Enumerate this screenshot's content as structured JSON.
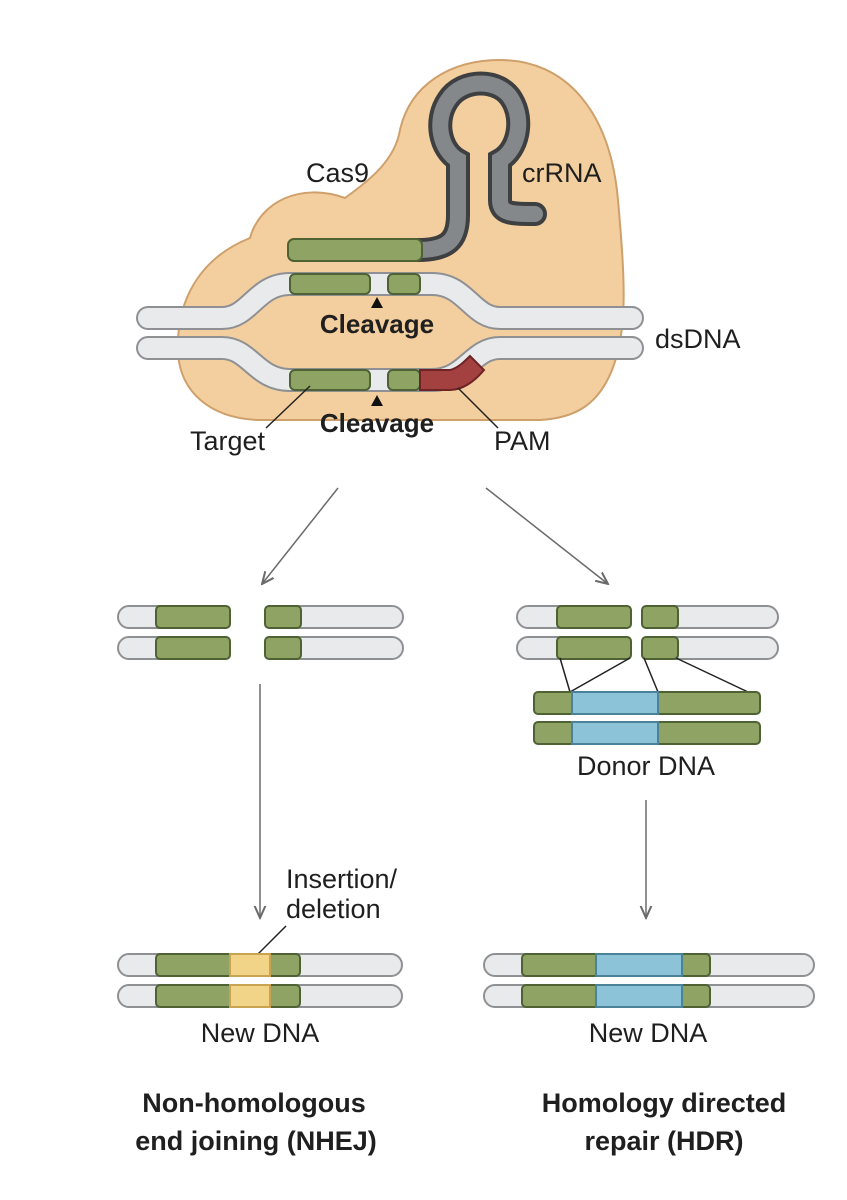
{
  "labels": {
    "cas9": "Cas9",
    "crrna": "crRNA",
    "dsdna": "dsDNA",
    "cleavage_top": "Cleavage",
    "cleavage_bottom": "Cleavage",
    "target": "Target",
    "pam": "PAM",
    "insertion_line1": "Insertion/",
    "insertion_line2": "deletion",
    "donor_dna": "Donor DNA",
    "new_dna_left": "New DNA",
    "new_dna_right": "New DNA"
  },
  "pathways": {
    "nhej": {
      "line1": "Non-homologous",
      "line2": "end joining (NHEJ)"
    },
    "hdr": {
      "line1": "Homology directed",
      "line2": "repair (HDR)"
    }
  },
  "colors": {
    "cas9_body": "#f3cf9f",
    "cas9_outline": "#cfa06b",
    "dna_white": "#e9eaec",
    "dna_outline": "#8e9094",
    "target_green": "#8ea364",
    "green_outline": "#4f6233",
    "pam_red": "#a34040",
    "crrna_gray": "#6f7275",
    "donor_blue": "#8cc3d8",
    "indel_yellow": "#f2d488"
  }
}
